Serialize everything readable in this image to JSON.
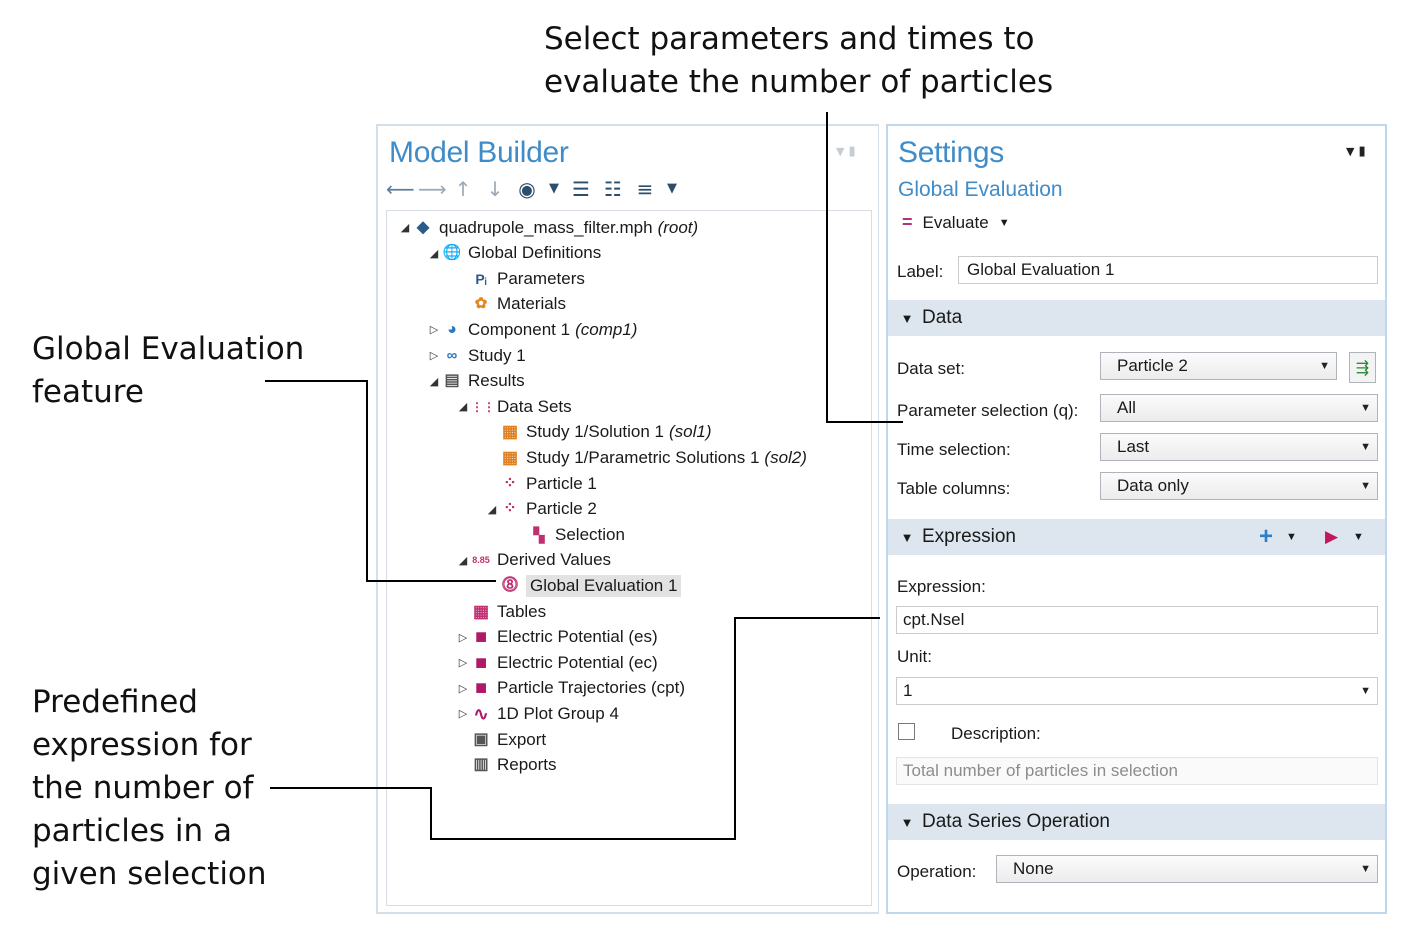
{
  "annotations": {
    "top": "Select parameters and times to\nevaluate the number of particles",
    "feature": "Global Evaluation\nfeature",
    "predefined": "Predefined\nexpression for\nthe number of\nparticles in a\ngiven selection"
  },
  "model_builder": {
    "title": "Model Builder",
    "tree": [
      {
        "label": "quadrupole_mass_filter.mph",
        "tag": "(root)",
        "icon": "model-icon",
        "toggle": "expanded"
      },
      {
        "label": "Global Definitions",
        "icon": "globe-icon",
        "toggle": "expanded"
      },
      {
        "label": "Parameters",
        "icon": "parameters-icon"
      },
      {
        "label": "Materials",
        "icon": "materials-icon"
      },
      {
        "label": "Component 1",
        "tag": "(comp1)",
        "icon": "component-icon",
        "toggle": "collapsed"
      },
      {
        "label": "Study 1",
        "icon": "study-icon",
        "toggle": "collapsed"
      },
      {
        "label": "Results",
        "icon": "results-icon",
        "toggle": "expanded"
      },
      {
        "label": "Data Sets",
        "icon": "datasets-icon",
        "toggle": "expanded"
      },
      {
        "label": "Study 1/Solution 1",
        "tag": "(sol1)",
        "icon": "solution-icon"
      },
      {
        "label": "Study 1/Parametric Solutions 1",
        "tag": "(sol2)",
        "icon": "solution-icon"
      },
      {
        "label": "Particle 1",
        "icon": "particle-icon"
      },
      {
        "label": "Particle 2",
        "icon": "particle-icon",
        "toggle": "expanded"
      },
      {
        "label": "Selection",
        "icon": "selection-icon"
      },
      {
        "label": "Derived Values",
        "icon": "derived-values-icon",
        "toggle": "expanded"
      },
      {
        "label": "Global Evaluation 1",
        "icon": "global-evaluation-icon",
        "selected": true
      },
      {
        "label": "Tables",
        "icon": "tables-icon"
      },
      {
        "label": "Electric Potential (es)",
        "icon": "plot-group-icon",
        "toggle": "collapsed"
      },
      {
        "label": "Electric Potential (ec)",
        "icon": "plot-group-icon",
        "toggle": "collapsed"
      },
      {
        "label": "Particle Trajectories (cpt)",
        "icon": "plot-group-icon",
        "toggle": "collapsed"
      },
      {
        "label": "1D Plot Group 4",
        "icon": "plot-1d-icon",
        "toggle": "collapsed"
      },
      {
        "label": "Export",
        "icon": "export-icon"
      },
      {
        "label": "Reports",
        "icon": "reports-icon"
      }
    ]
  },
  "settings": {
    "title": "Settings",
    "subtitle": "Global Evaluation",
    "evaluate_label": "Evaluate",
    "label_caption": "Label:",
    "label_value": "Global Evaluation 1",
    "data_section": "Data",
    "data_set_caption": "Data set:",
    "data_set_value": "Particle 2",
    "param_sel_caption": "Parameter selection (q):",
    "param_sel_value": "All",
    "time_sel_caption": "Time selection:",
    "time_sel_value": "Last",
    "table_cols_caption": "Table columns:",
    "table_cols_value": "Data only",
    "expression_section": "Expression",
    "expression_caption": "Expression:",
    "expression_value": "cpt.Nsel",
    "unit_caption": "Unit:",
    "unit_value": "1",
    "description_caption": "Description:",
    "description_value": "Total number of particles in selection",
    "series_section": "Data Series Operation",
    "operation_caption": "Operation:",
    "operation_value": "None"
  }
}
